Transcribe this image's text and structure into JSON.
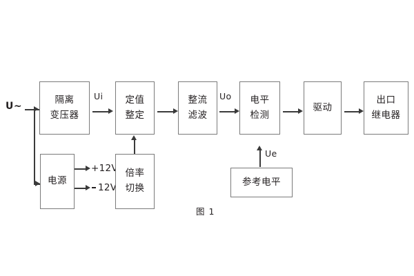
{
  "diagram": {
    "caption": "图 1",
    "source_label": "U~",
    "blocks": [
      {
        "id": "isolation-transformer",
        "lines": [
          "隔离",
          "变压器"
        ]
      },
      {
        "id": "power-supply",
        "lines": [
          "电源"
        ]
      },
      {
        "id": "setpoint-setting",
        "lines": [
          "定值",
          "整定"
        ]
      },
      {
        "id": "multiplier-switch",
        "lines": [
          "倍率",
          "切换"
        ]
      },
      {
        "id": "rectifier-filter",
        "lines": [
          "整流",
          "滤波"
        ]
      },
      {
        "id": "level-detection",
        "lines": [
          "电平",
          "检测"
        ]
      },
      {
        "id": "drive",
        "lines": [
          "驱动"
        ]
      },
      {
        "id": "output-relay",
        "lines": [
          "出口",
          "继电器"
        ]
      },
      {
        "id": "reference-level",
        "lines": [
          "参考电平"
        ]
      }
    ],
    "signal_labels": {
      "input_voltage": "Ui",
      "output_voltage": "Uo",
      "reference_voltage": "Ue"
    },
    "power_rails": [
      {
        "id": "rail-positive",
        "label": "+12V"
      },
      {
        "id": "rail-negative",
        "label": "12V"
      }
    ],
    "colors": {
      "background": "#ffffff",
      "box_border": "#7a7a7a",
      "text": "#231f20",
      "connector": "#3a3a3a"
    }
  }
}
